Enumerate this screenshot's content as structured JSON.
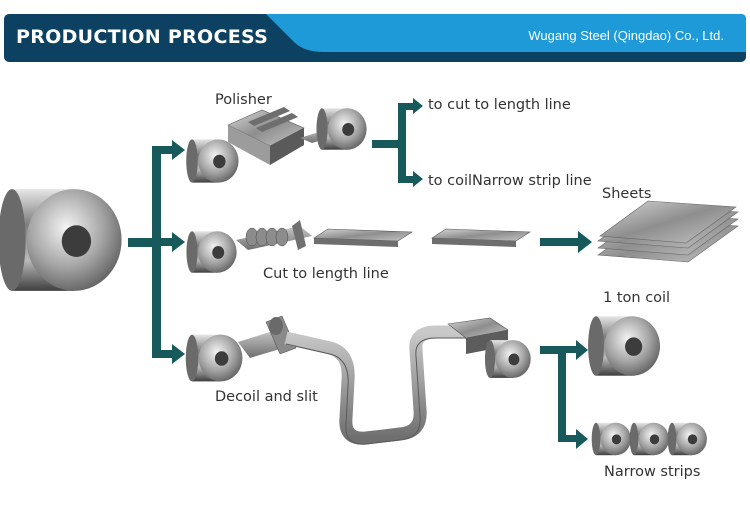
{
  "header": {
    "title": "PRODUCTION PROCESS",
    "company": "Wugang Steel (Qingdao) Co., Ltd.",
    "colors": {
      "dark": "#0c4161",
      "light": "#1e9ad8"
    }
  },
  "labels": {
    "polisher": "Polisher",
    "cut_to_length_line": "Cut to length line",
    "decoil_and_slit": "Decoil and slit",
    "to_cut_to_length_line": "to cut to length line",
    "to_coil": "to coil",
    "narrow_strip_line": "Narrow strip line",
    "sheets": "Sheets",
    "one_ton_coil": "1 ton coil",
    "narrow_strips": "Narrow strips"
  },
  "colors": {
    "arrow": "#185a5c",
    "metal": "#8a8a8a"
  }
}
